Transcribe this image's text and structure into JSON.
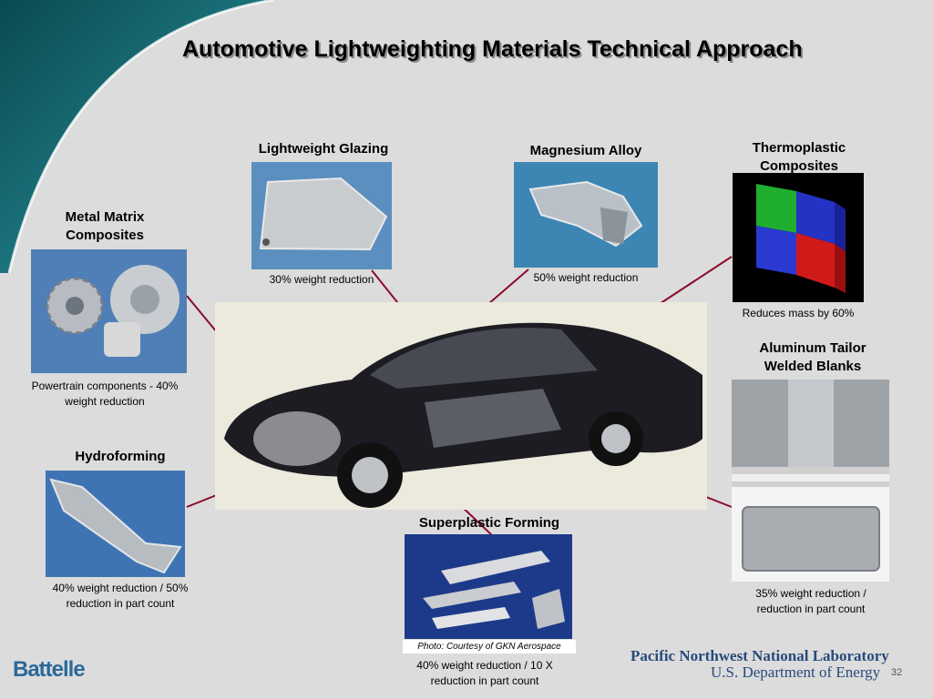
{
  "title": "Automotive Lightweighting   Materials  Technical Approach",
  "items": {
    "metal_matrix": {
      "label_line1": "Metal Matrix",
      "label_line2": "Composites",
      "caption_line1": "Powertrain components - 40%",
      "caption_line2": "weight reduction"
    },
    "glazing": {
      "label": "Lightweight Glazing",
      "caption": "30% weight reduction"
    },
    "magnesium": {
      "label": "Magnesium Alloy",
      "caption": "50% weight reduction"
    },
    "thermoplastic": {
      "label_line1": "Thermoplastic",
      "label_line2": "Composites",
      "caption": "Reduces mass by 60%"
    },
    "aluminum": {
      "label_line1": "Aluminum Tailor",
      "label_line2": "Welded Blanks",
      "caption_line1": "35% weight reduction /",
      "caption_line2": "reduction in part count"
    },
    "hydroforming": {
      "label": "Hydroforming",
      "caption_line1": "40% weight reduction / 50%",
      "caption_line2": "reduction in part count"
    },
    "superplastic": {
      "label": "Superplastic Forming",
      "credit": "Photo: Courtesy of GKN Aerospace",
      "caption_line1": "40% weight reduction / 10 X",
      "caption_line2": "reduction in part count"
    }
  },
  "footer": {
    "battelle": "Battelle",
    "pnnl": "Pacific Northwest National Laboratory",
    "doe": "U.S. Department of Energy",
    "page": "32"
  },
  "colors": {
    "connector": "#8b0a2a",
    "swoosh_dark": "#0d5a5a",
    "swoosh_light": "#6fb8c8"
  }
}
